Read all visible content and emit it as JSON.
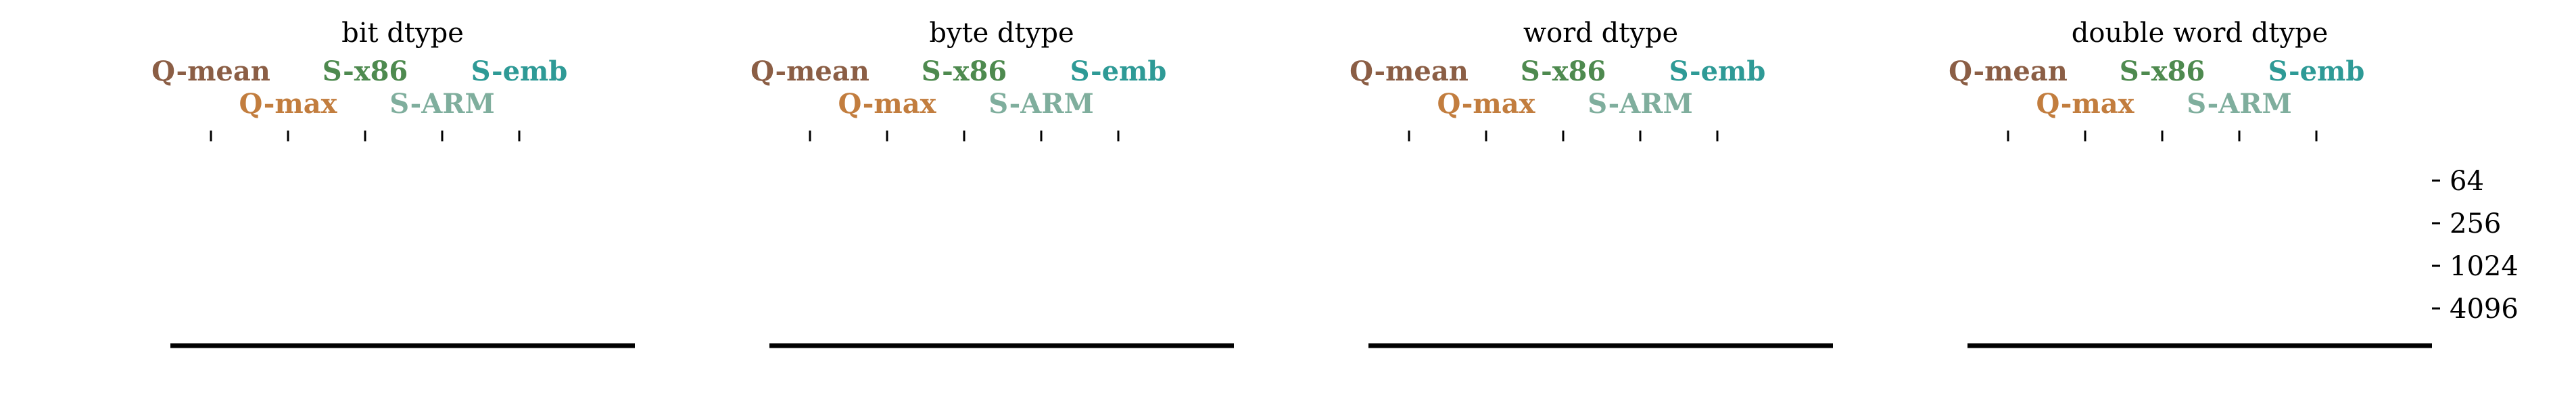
{
  "chart_data": [
    {
      "type": "heatmap",
      "title": "bit dtype",
      "columns": [
        "Q-mean",
        "Q-max",
        "S-x86",
        "S-ARM",
        "S-emb"
      ],
      "rows": [
        "64",
        "256",
        "1024",
        "4096"
      ],
      "values": []
    },
    {
      "type": "heatmap",
      "title": "byte dtype",
      "columns": [
        "Q-mean",
        "Q-max",
        "S-x86",
        "S-ARM",
        "S-emb"
      ],
      "rows": [
        "64",
        "256",
        "1024",
        "4096"
      ],
      "values": []
    },
    {
      "type": "heatmap",
      "title": "word dtype",
      "columns": [
        "Q-mean",
        "Q-max",
        "S-x86",
        "S-ARM",
        "S-emb"
      ],
      "rows": [
        "64",
        "256",
        "1024",
        "4096"
      ],
      "values": []
    },
    {
      "type": "heatmap",
      "title": "double word dtype",
      "columns": [
        "Q-mean",
        "Q-max",
        "S-x86",
        "S-ARM",
        "S-emb"
      ],
      "rows": [
        "64",
        "256",
        "1024",
        "4096"
      ],
      "values": []
    }
  ],
  "column_colors": [
    "#8b5e45",
    "#c27d3e",
    "#4e8a4f",
    "#7fae9d",
    "#2e9a96"
  ],
  "axis_color": "#000000"
}
